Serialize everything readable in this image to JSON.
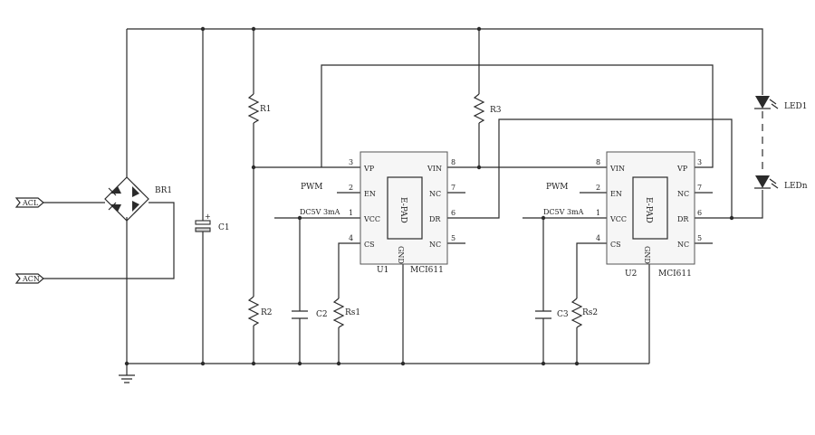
{
  "connectors": {
    "ac_l": "ACL",
    "ac_n": "ACN"
  },
  "bridge": {
    "label": "BR1"
  },
  "capacitors": {
    "c1": "C1",
    "c2": "C2",
    "c3": "C3"
  },
  "resistors": {
    "r1": "R1",
    "r2": "R2",
    "r3": "R3",
    "rs1": "Rs1",
    "rs2": "Rs2"
  },
  "leds": {
    "led1": "LED1",
    "ledn": "LEDn"
  },
  "net_labels": {
    "pwm_u1": "PWM",
    "pwm_u2": "PWM",
    "dc_u1": "DC5V 3mA",
    "dc_u2": "DC5V 3mA"
  },
  "u1": {
    "ref": "U1",
    "part": "MCI611",
    "pad": "E-PAD",
    "gnd": "GND",
    "left_pins": [
      {
        "name": "VP",
        "num": "3"
      },
      {
        "name": "EN",
        "num": "2"
      },
      {
        "name": "VCC",
        "num": "1"
      },
      {
        "name": "CS",
        "num": "4"
      }
    ],
    "right_pins": [
      {
        "name": "VIN",
        "num": "8"
      },
      {
        "name": "NC",
        "num": "7"
      },
      {
        "name": "DR",
        "num": "6"
      },
      {
        "name": "NC",
        "num": "5"
      }
    ]
  },
  "u2": {
    "ref": "U2",
    "part": "MCI611",
    "pad": "E-PAD",
    "gnd": "GND",
    "left_pins": [
      {
        "name": "VIN",
        "num": "8"
      },
      {
        "name": "EN",
        "num": "2"
      },
      {
        "name": "VCC",
        "num": "1"
      },
      {
        "name": "CS",
        "num": "4"
      }
    ],
    "right_pins": [
      {
        "name": "VP",
        "num": "3"
      },
      {
        "name": "NC",
        "num": "7"
      },
      {
        "name": "DR",
        "num": "6"
      },
      {
        "name": "NC",
        "num": "5"
      }
    ]
  }
}
